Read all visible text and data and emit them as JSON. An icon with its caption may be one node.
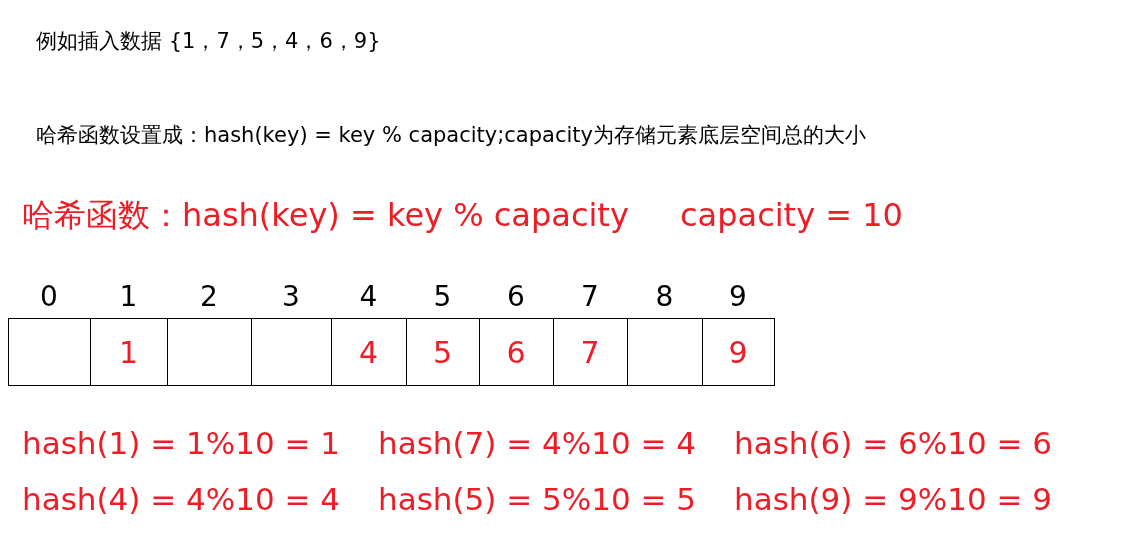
{
  "diagram": {
    "nodes": [
      {
        "text": [],
        "shape": "box",
        "beside": [
          "0"
        ]
      },
      {
        "text": [
          "1"
        ],
        "beside": [
          "1"
        ]
      },
      {
        "text": [],
        "shape": "box",
        "beside": [
          "2"
        ]
      },
      {
        "text": [],
        "shape": "box",
        "beside": [
          "3"
        ]
      },
      {
        "text": [
          "4"
        ],
        "beside": [
          "4"
        ]
      },
      {
        "text": [
          "5"
        ],
        "beside": [
          "5"
        ]
      },
      {
        "text": [
          "6"
        ],
        "beside": [
          "6"
        ]
      },
      {
        "text": [
          "7"
        ],
        "beside": [
          "7"
        ]
      },
      {
        "text": [],
        "shape": "box",
        "beside": [
          "8"
        ]
      },
      {
        "text": [
          "9"
        ],
        "beside": [
          "9"
        ]
      }
    ],
    "edges": [],
    "labels": [
      "例如插入数据 {1，7，5，4，6，9}",
      "哈希函数设置成：hash(key) = key % capacity;capacity为存储元素底层空间总的大小",
      "哈希函数：hash(key) = key % capacity",
      "capacity = 10",
      "hash(1) = 1%10 = 1",
      "hash(7) = 4%10 = 4",
      "hash(6) = 6%10 = 6",
      "hash(4) = 4%10 = 4",
      "hash(5) = 5%10 = 5",
      "hash(9) = 9%10 = 9"
    ]
  }
}
